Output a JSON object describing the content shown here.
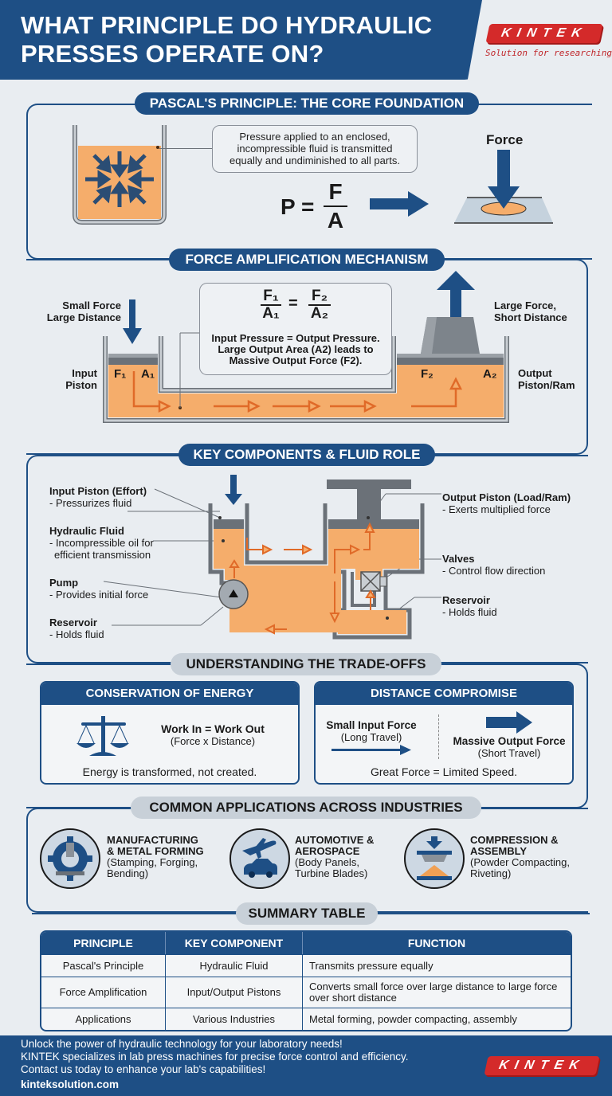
{
  "header": {
    "title_line1": "WHAT PRINCIPLE DO HYDRAULIC",
    "title_line2": "PRESSES OPERATE ON?",
    "logo_text": "KINTEK",
    "logo_tagline": "Solution for researching"
  },
  "pascal": {
    "heading": "PASCAL'S PRINCIPLE: THE CORE FOUNDATION",
    "description_lines": [
      "Pressure applied to an enclosed,",
      "incompressible fluid is transmitted",
      "equally and undiminished to all parts."
    ],
    "formula_lhs": "P =",
    "formula_num": "F",
    "formula_den": "A",
    "force_label": "Force"
  },
  "amplification": {
    "heading": "FORCE AMPLIFICATION MECHANISM",
    "left_label_lines": [
      "Small Force",
      "Large Distance"
    ],
    "right_label_lines": [
      "Large Force,",
      "Short Distance"
    ],
    "input_label_lines": [
      "Input",
      "Piston"
    ],
    "output_label_lines": [
      "Output",
      "Piston/Ram"
    ],
    "f1": "F₁",
    "a1": "A₁",
    "f2": "F₂",
    "a2": "A₂",
    "eq_num1": "F₁",
    "eq_den1": "A₁",
    "eq_num2": "F₂",
    "eq_den2": "A₂",
    "note_lines": [
      "Input Pressure = Output Pressure.",
      "Large Output Area (A2) leads to",
      "Massive Output Force (F2)."
    ]
  },
  "components": {
    "heading": "KEY COMPONENTS & FLUID ROLE",
    "items": [
      {
        "title": "Input Piston (Effort)",
        "desc": "- Pressurizes fluid"
      },
      {
        "title": "Hydraulic Fluid",
        "desc": "- Incompressible oil for",
        "desc2": "efficient transmission"
      },
      {
        "title": "Pump",
        "desc": "- Provides initial force"
      },
      {
        "title": "Reservoir",
        "desc": "- Holds fluid"
      },
      {
        "title": "Output Piston (Load/Ram)",
        "desc": "- Exerts multiplied force"
      },
      {
        "title": "Valves",
        "desc": "- Control flow direction"
      },
      {
        "title": "Reservoir",
        "desc": "- Holds fluid"
      }
    ]
  },
  "tradeoffs": {
    "heading": "UNDERSTANDING THE TRADE-OFFS",
    "energy": {
      "title": "CONSERVATION OF ENERGY",
      "line1": "Work In = Work Out",
      "line2": "(Force x Distance)",
      "footer": "Energy is transformed, not created."
    },
    "distance": {
      "title": "DISTANCE COMPROMISE",
      "input_line1": "Small Input Force",
      "input_line2": "(Long Travel)",
      "output_line1": "Massive Output Force",
      "output_line2": "(Short Travel)",
      "footer": "Great Force = Limited Speed."
    }
  },
  "applications": {
    "heading": "COMMON APPLICATIONS ACROSS INDUSTRIES",
    "items": [
      {
        "title1": "MANUFACTURING",
        "title2": "& METAL FORMING",
        "desc1": "(Stamping, Forging,",
        "desc2": "Bending)",
        "icon": "gear-press-icon"
      },
      {
        "title1": "AUTOMOTIVE &",
        "title2": "AEROSPACE",
        "desc1": "(Body Panels,",
        "desc2": "Turbine Blades)",
        "icon": "plane-car-icon"
      },
      {
        "title1": "COMPRESSION &",
        "title2": "ASSEMBLY",
        "desc1": "(Powder Compacting,",
        "desc2": "Riveting)",
        "icon": "compression-press-icon"
      }
    ]
  },
  "summary": {
    "heading": "SUMMARY TABLE",
    "columns": [
      "PRINCIPLE",
      "KEY COMPONENT",
      "FUNCTION"
    ],
    "rows": [
      [
        "Pascal's Principle",
        "Hydraulic Fluid",
        "Transmits pressure equally"
      ],
      [
        "Force Amplification",
        "Input/Output Pistons",
        "Converts small force over large distance to large force over short distance"
      ],
      [
        "Applications",
        "Various Industries",
        "Metal forming, powder compacting, assembly"
      ]
    ]
  },
  "footer": {
    "line1": "Unlock the power of hydraulic technology for your laboratory needs!",
    "line2": "KINTEK specializes in lab press machines for precise force control and efficiency.",
    "line3": "Contact us today to enhance your lab's capabilities!",
    "url": "kinteksolution.com",
    "logo_text": "KINTEK"
  },
  "colors": {
    "primary": "#1e4f85",
    "fluid": "#f5ad6b",
    "arrow": "#e06a28",
    "brand_red": "#d42a2a",
    "background": "#e9edf1"
  }
}
